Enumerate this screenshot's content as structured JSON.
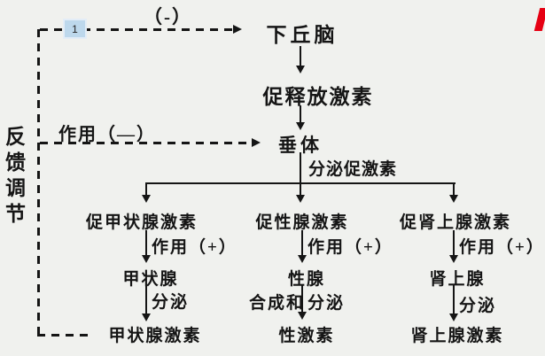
{
  "colors": {
    "background": "#f0f1ee",
    "line": "#151515",
    "badge_bg": "#bdd8ec",
    "accent_red": "#e60013"
  },
  "feedback": {
    "label": "反馈调节",
    "badge": "1",
    "negative_sign": "（-）",
    "effect_negative": "作用（—）"
  },
  "axis": {
    "hypothalamus": "下丘脑",
    "releasing_hormone": "促释放激素",
    "pituitary": "垂体",
    "secretes_label": "分泌促激素"
  },
  "branches": [
    {
      "tropic": "促甲状腺激素",
      "effect": "作用（+）",
      "gland": "甲状腺",
      "secrete": "分泌",
      "hormone": "甲状腺激素"
    },
    {
      "tropic": "促性腺激素",
      "effect": "作用（+）",
      "gland": "性腺",
      "synthesis": "合成和",
      "secrete": "分泌",
      "hormone": "性激素"
    },
    {
      "tropic": "促肾上腺激素",
      "effect": "作用（+）",
      "gland": "肾上腺",
      "secrete": "分泌",
      "hormone": "肾上腺激素"
    }
  ]
}
